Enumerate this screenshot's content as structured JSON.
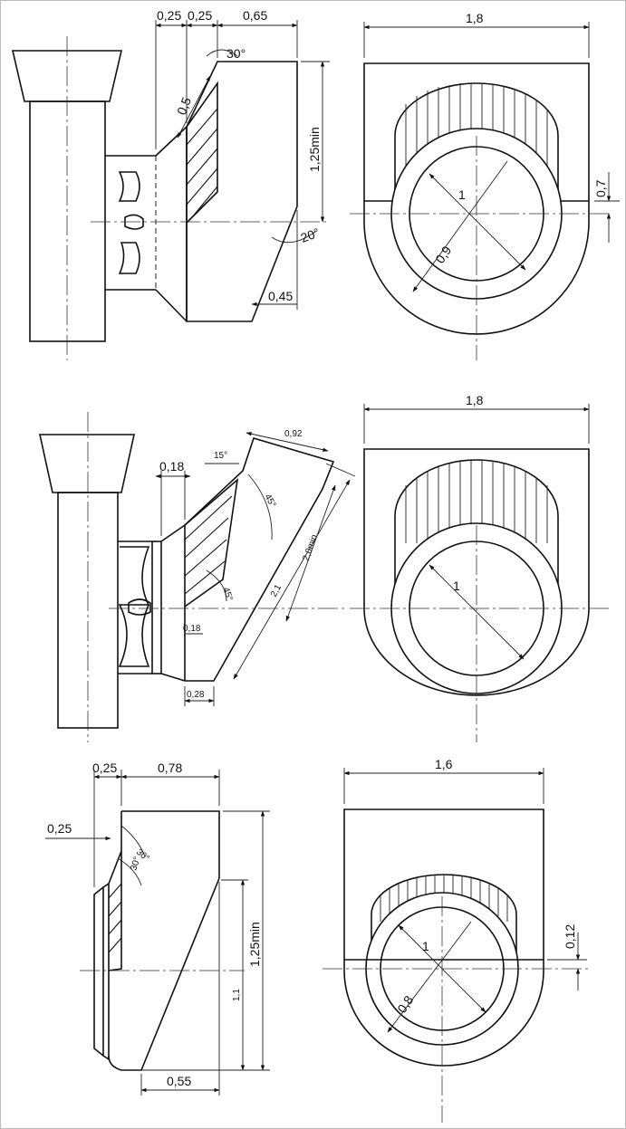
{
  "view1": {
    "dims": {
      "d_025a": "0,25",
      "d_025b": "0,25",
      "d_065": "0,65",
      "d_05": "0,5",
      "a_30": "30°",
      "d_125min": "1,25min",
      "a_20": "20°",
      "d_045": "0,45"
    }
  },
  "view2": {
    "dims": {
      "d_18": "1,8",
      "d_1": "1",
      "d_09": "0,9",
      "d_07": "0,7"
    }
  },
  "view3": {
    "dims": {
      "d_018a": "0,18",
      "a_15": "15°",
      "d_092": "0,92",
      "a_45a": "45°",
      "d_20min": "2,0min",
      "d_21": "2,1",
      "a_45b": "45°",
      "d_018b": "0,18",
      "d_028": "0,28"
    }
  },
  "view4": {
    "dims": {
      "d_18": "1,8",
      "d_1": "1"
    }
  },
  "view5": {
    "dims": {
      "d_025a": "0,25",
      "d_078": "0,78",
      "d_025b": "0,25",
      "a_30a": "30°",
      "a_30b": "30°",
      "d_125min": "1,25min",
      "d_11": "1,1",
      "d_055": "0,55"
    }
  },
  "view6": {
    "dims": {
      "d_16": "1,6",
      "d_1": "1",
      "d_08": "0,8",
      "d_012": "0,12"
    }
  }
}
